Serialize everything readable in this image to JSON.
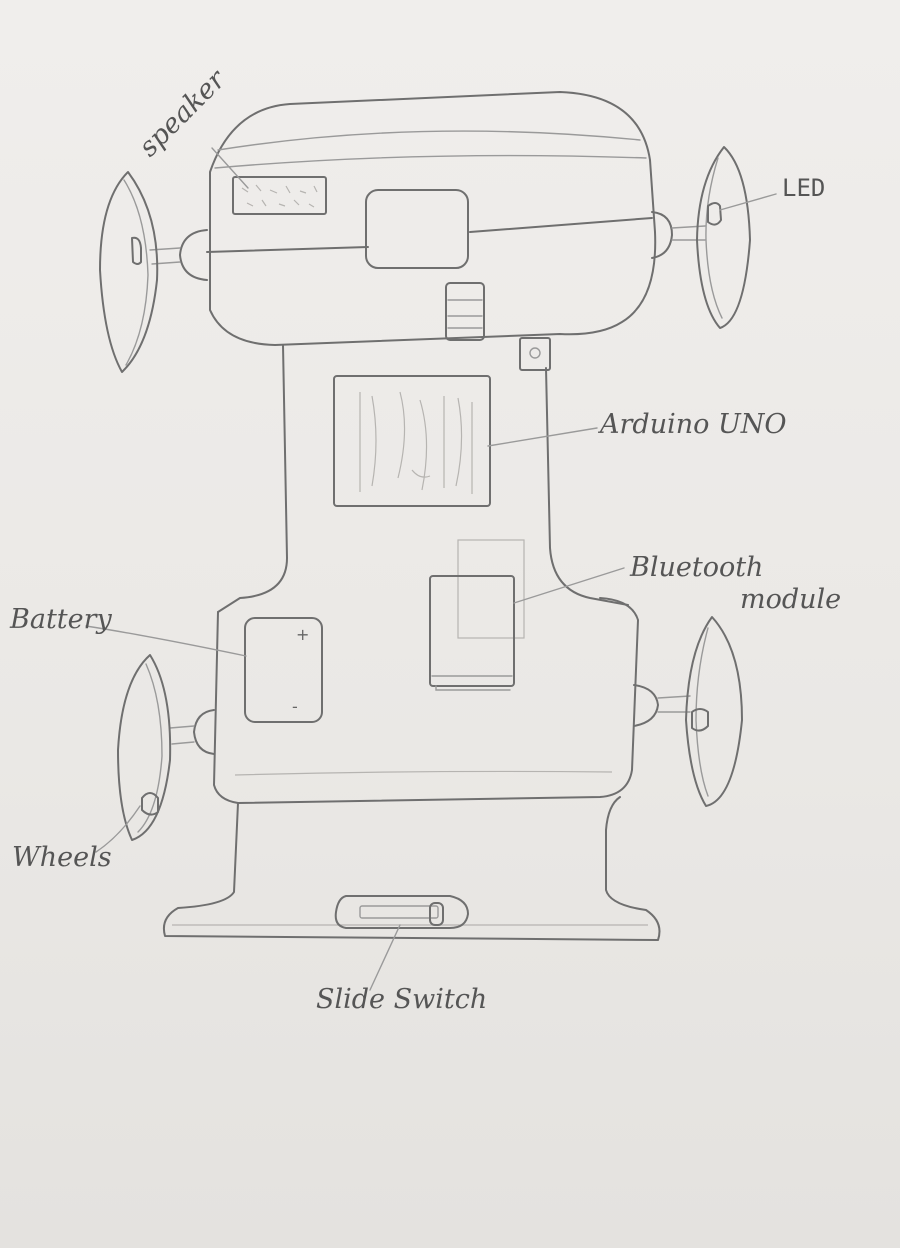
{
  "labels": {
    "speaker": "speaker",
    "led": "LED",
    "arduino": "Arduino UNO",
    "bluetooth_line1": "Bluetooth",
    "bluetooth_line2": "module",
    "battery": "Battery",
    "battery_plus": "+",
    "battery_minus": "-",
    "wheels": "Wheels",
    "slide_switch": "Slide Switch"
  },
  "colors": {
    "paper": "#eceae7",
    "pencil": "#6f6f6f"
  }
}
